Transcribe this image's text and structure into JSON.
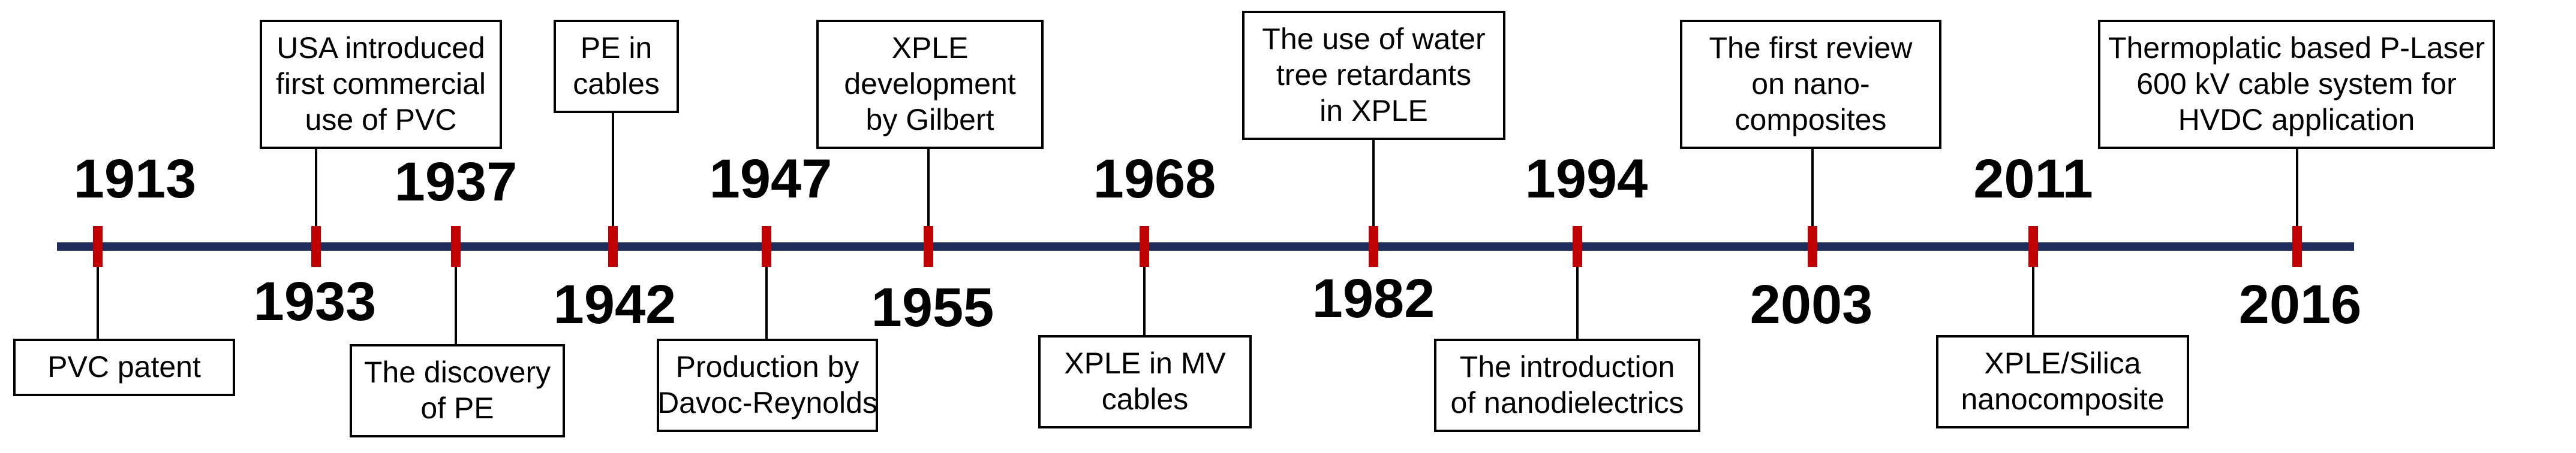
{
  "colors": {
    "axis": "#1f2d5c",
    "tick": "#c00000",
    "text": "#000000",
    "box_border": "#000000",
    "background": "#ffffff"
  },
  "events": [
    {
      "year": "1913",
      "lines": [
        "PVC patent"
      ]
    },
    {
      "year": "1933",
      "lines": [
        "USA introduced",
        "first commercial",
        "use of PVC"
      ]
    },
    {
      "year": "1937",
      "lines": [
        "The discovery",
        "of PE"
      ]
    },
    {
      "year": "1942",
      "lines": [
        "PE in",
        "cables"
      ]
    },
    {
      "year": "1947",
      "lines": [
        "Production by",
        "Davoc-Reynolds"
      ]
    },
    {
      "year": "1955",
      "lines": [
        "XPLE",
        "development",
        "by Gilbert"
      ]
    },
    {
      "year": "1968",
      "lines": [
        "XPLE in MV",
        "cables"
      ]
    },
    {
      "year": "1982",
      "lines": [
        "The use of water",
        "tree retardants",
        "in XPLE"
      ]
    },
    {
      "year": "1994",
      "lines": [
        "The introduction",
        "of nanodielectrics"
      ]
    },
    {
      "year": "2003",
      "lines": [
        "The first review",
        "on nano-",
        "composites"
      ]
    },
    {
      "year": "2011",
      "lines": [
        "XPLE/Silica",
        "nanocomposite"
      ]
    },
    {
      "year": "2016",
      "lines": [
        "Thermoplatic based P-Laser",
        "600 kV cable system for",
        "HVDC application"
      ]
    }
  ]
}
